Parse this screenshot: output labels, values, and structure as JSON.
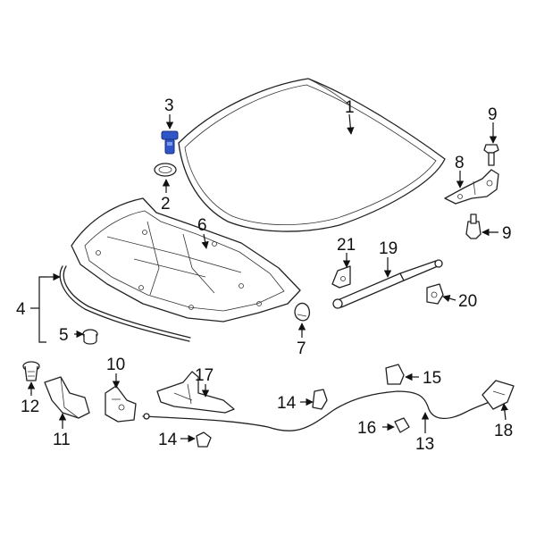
{
  "diagram": {
    "accent_color": "#2f56c8",
    "highlighted_part": "3",
    "callouts": {
      "c1": "1",
      "c2": "2",
      "c3": "3",
      "c4": "4",
      "c5": "5",
      "c6": "6",
      "c7": "7",
      "c8": "8",
      "c9a": "9",
      "c9b": "9",
      "c10": "10",
      "c11": "11",
      "c12": "12",
      "c13": "13",
      "c14a": "14",
      "c14b": "14",
      "c15": "15",
      "c16": "16",
      "c17": "17",
      "c18": "18",
      "c19": "19",
      "c20": "20",
      "c21": "21"
    }
  }
}
